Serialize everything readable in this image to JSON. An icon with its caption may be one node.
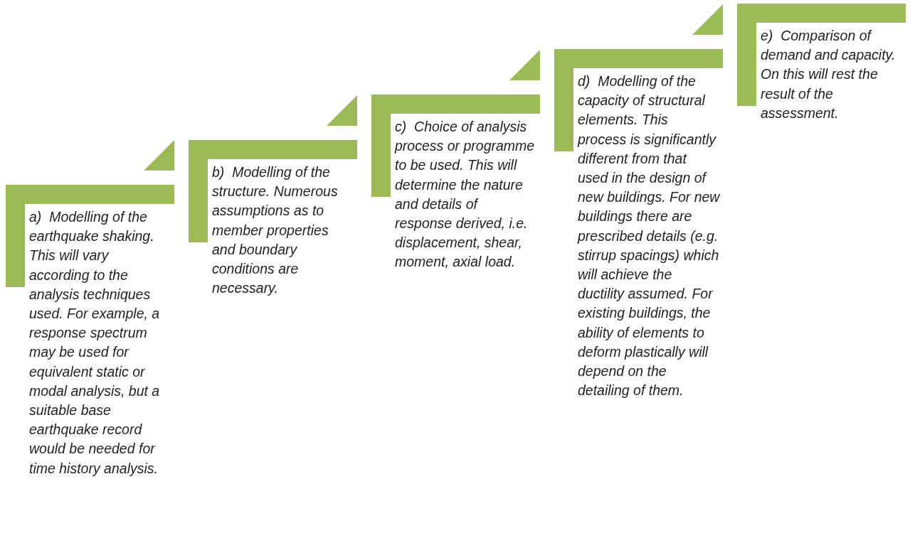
{
  "diagram": {
    "nodes": [
      {
        "text": [
          "a)  Modelling of the earthquake shaking. This will vary according to the analysis techniques used. For example, a response spectrum may be used for equivalent static or modal analysis, but a suitable base earthquake record would be needed for time history analysis."
        ]
      },
      {
        "text": [
          "b)  Modelling of the structure. Numerous assumptions as to member properties and boundary conditions are necessary."
        ]
      },
      {
        "text": [
          "c)  Choice of analysis process or programme to be used. This will determine the nature and details of response derived, i.e. displacement, shear, moment, axial load."
        ]
      },
      {
        "text": [
          "d)  Modelling of the capacity of structural elements. This process is significantly different from that used in the design of new buildings. For new buildings there are prescribed details (e.g. stirrup spacings) which will achieve the ductility assumed. For existing buildings, the ability of elements to deform plastically will depend on the detailing of them."
        ]
      },
      {
        "text": [
          "e)  Comparison of demand and capacity. On this will rest the result of the assessment."
        ]
      }
    ]
  }
}
